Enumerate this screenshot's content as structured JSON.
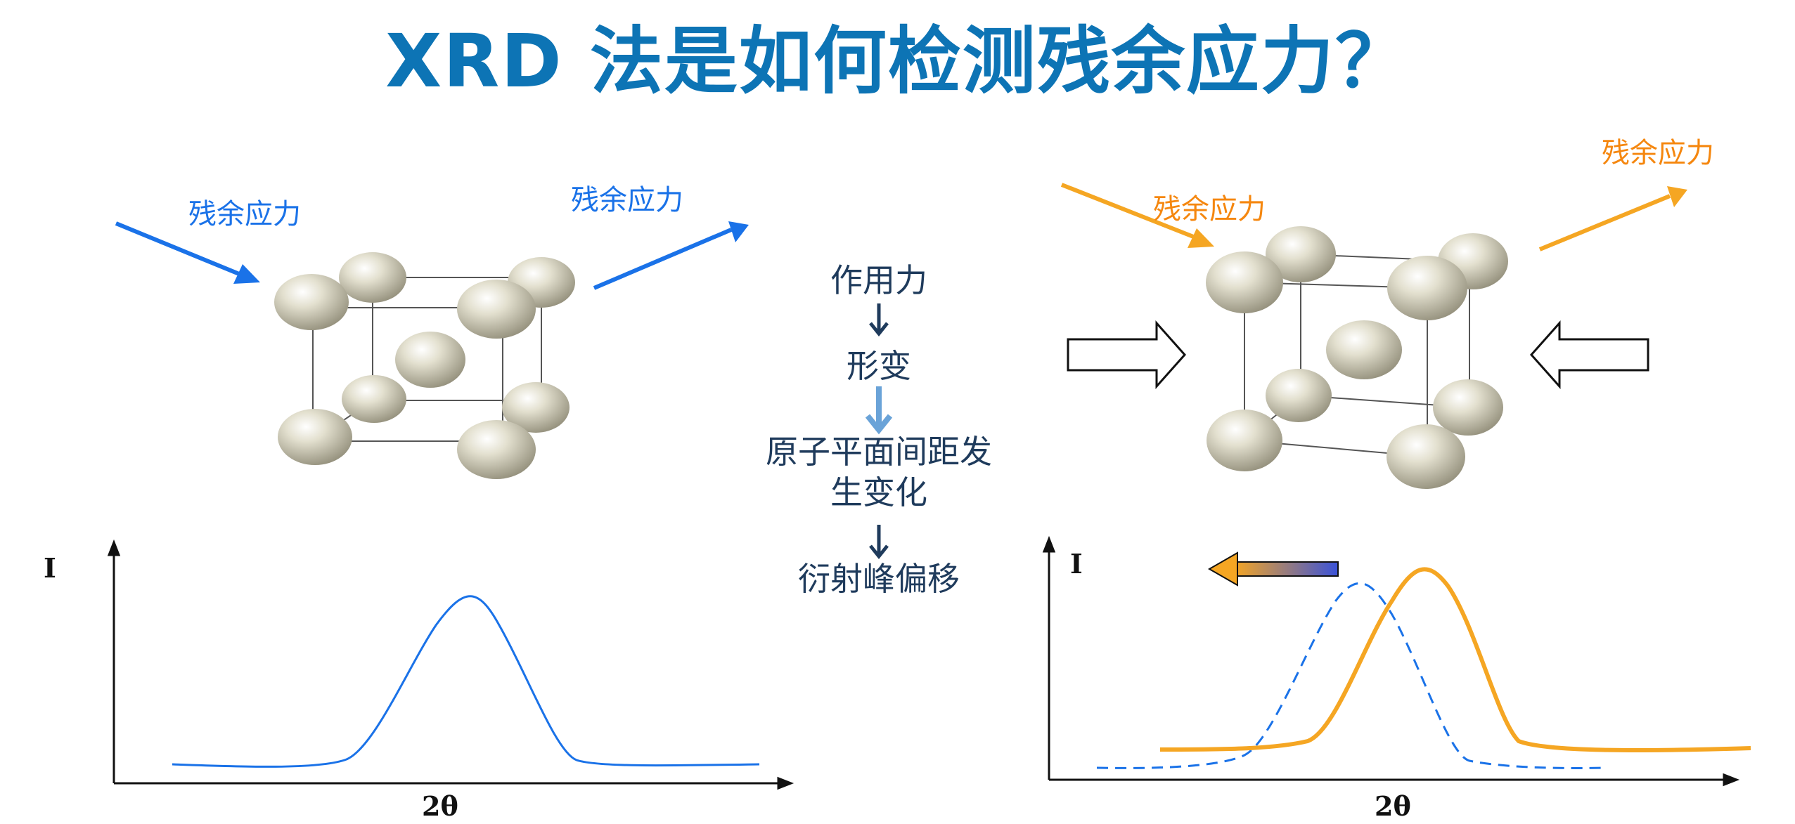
{
  "title": "XRD 法是如何检测残余应力？",
  "left": {
    "stress_label_in": "残余应力",
    "stress_label_out": "残余应力",
    "axis_y": "I",
    "axis_x": "2θ"
  },
  "right": {
    "stress_label_in": "残余应力",
    "stress_label_out": "残余应力",
    "axis_y": "I",
    "axis_x": "2θ"
  },
  "flow": {
    "step1": "作用力",
    "step2": "形变",
    "step3_line1": "原子平面间距发",
    "step3_line2": "生变化",
    "step4": "衍射峰偏移"
  },
  "colors": {
    "title": "#0d74b5",
    "blue": "#1a72e8",
    "orange": "#f5a623",
    "flow_text": "#1f3b5c",
    "atom": "#d8d4c0"
  },
  "icons": [
    "arrow-right-outline-icon",
    "arrow-left-outline-icon",
    "gradient-left-arrow-icon"
  ]
}
